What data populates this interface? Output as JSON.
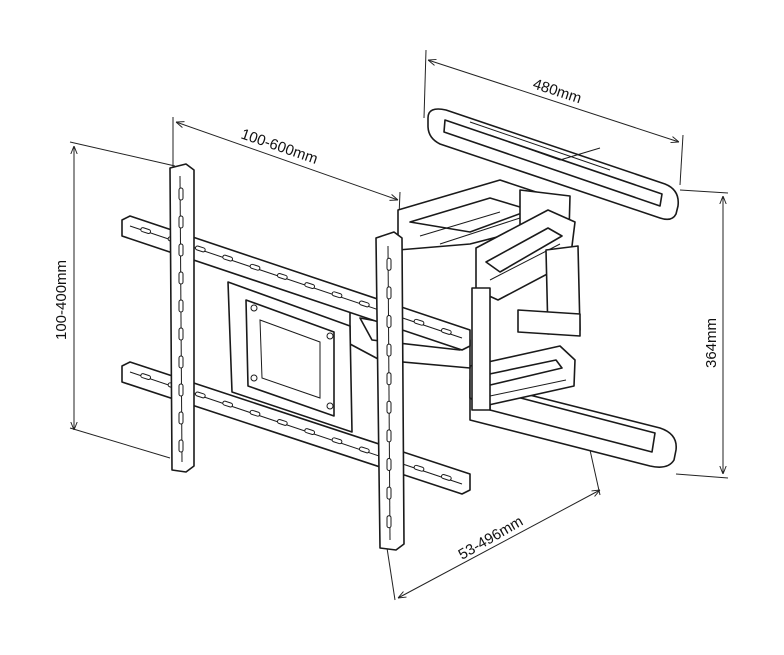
{
  "dimensions": {
    "wall_plate_width": "480mm",
    "rail_spacing": "100-600mm",
    "vertical_range": "100-400mm",
    "plate_height": "364mm",
    "extension": "53-496mm"
  }
}
